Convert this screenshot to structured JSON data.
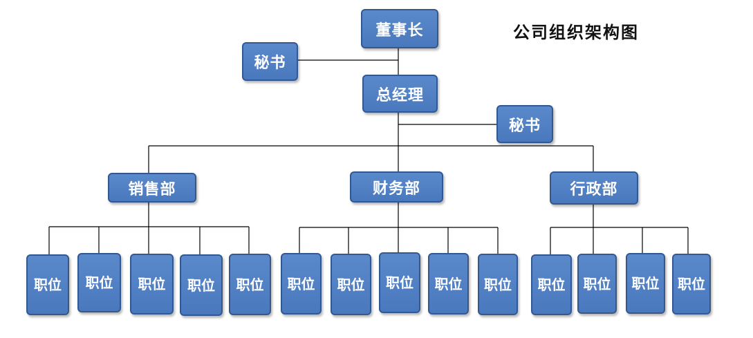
{
  "title": "公司组织架构图",
  "chairman": "董事长",
  "secretary_1": "秘书",
  "general_manager": "总经理",
  "secretary_2": "秘书",
  "departments": [
    "销售部",
    "财务部",
    "行政部"
  ],
  "position_line1": "职",
  "position_line2": "位",
  "position_counts": [
    5,
    5,
    4
  ],
  "colors": {
    "box_fill": "#4f7fc3",
    "box_border": "#33578f",
    "connector": "#000000"
  }
}
